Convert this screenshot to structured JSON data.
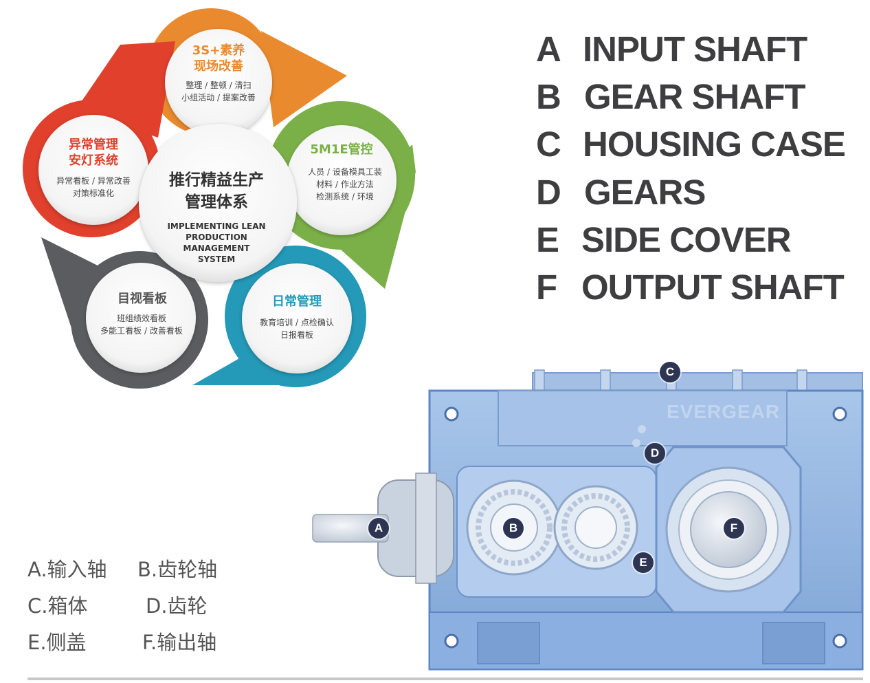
{
  "diagram": {
    "center": {
      "title_cn": "推行精益生产\n管理体系",
      "title_en": "IMPLEMENTING LEAN\nPRODUCTION\nMANAGEMENT\nSYSTEM"
    },
    "petals": [
      {
        "title": "3S+素养\n现场改善",
        "items": "整理 / 整顿 / 清扫\n小组活动 / 提案改善",
        "color": "#ea8a2e"
      },
      {
        "title": "5M1E管控",
        "items": "人员 / 设备模具工装\n材料 / 作业方法\n检测系统 / 环境",
        "color": "#7bb048"
      },
      {
        "title": "日常管理",
        "items": "教育培训 / 点检确认\n日报看板",
        "color": "#2499b8"
      },
      {
        "title": "目视看板",
        "items": "班组绩效看板\n多能工看板 / 改善看板",
        "color": "#5a5c60"
      },
      {
        "title": "异常管理\n安灯系统",
        "items": "异常看板 / 异常改善\n对策标准化",
        "color": "#e0402c"
      }
    ]
  },
  "legend_en": [
    {
      "letter": "A",
      "label": "INPUT SHAFT"
    },
    {
      "letter": "B",
      "label": "GEAR SHAFT"
    },
    {
      "letter": "C",
      "label": "HOUSING CASE"
    },
    {
      "letter": "D",
      "label": "GEARS"
    },
    {
      "letter": "E",
      "label": "SIDE COVER"
    },
    {
      "letter": "F",
      "label": "OUTPUT SHAFT"
    }
  ],
  "legend_cn": [
    "A.输入轴",
    "B.齿轮轴",
    "C.箱体",
    "D.齿轮",
    "E.侧盖",
    "F.输出轴"
  ],
  "gearbox": {
    "brand": "EVERGEAR",
    "markers": [
      "A",
      "B",
      "C",
      "D",
      "E",
      "F"
    ],
    "colors": {
      "body": "#8fb3e0",
      "edge": "#5d87c4",
      "marker": "#2d3552"
    }
  }
}
